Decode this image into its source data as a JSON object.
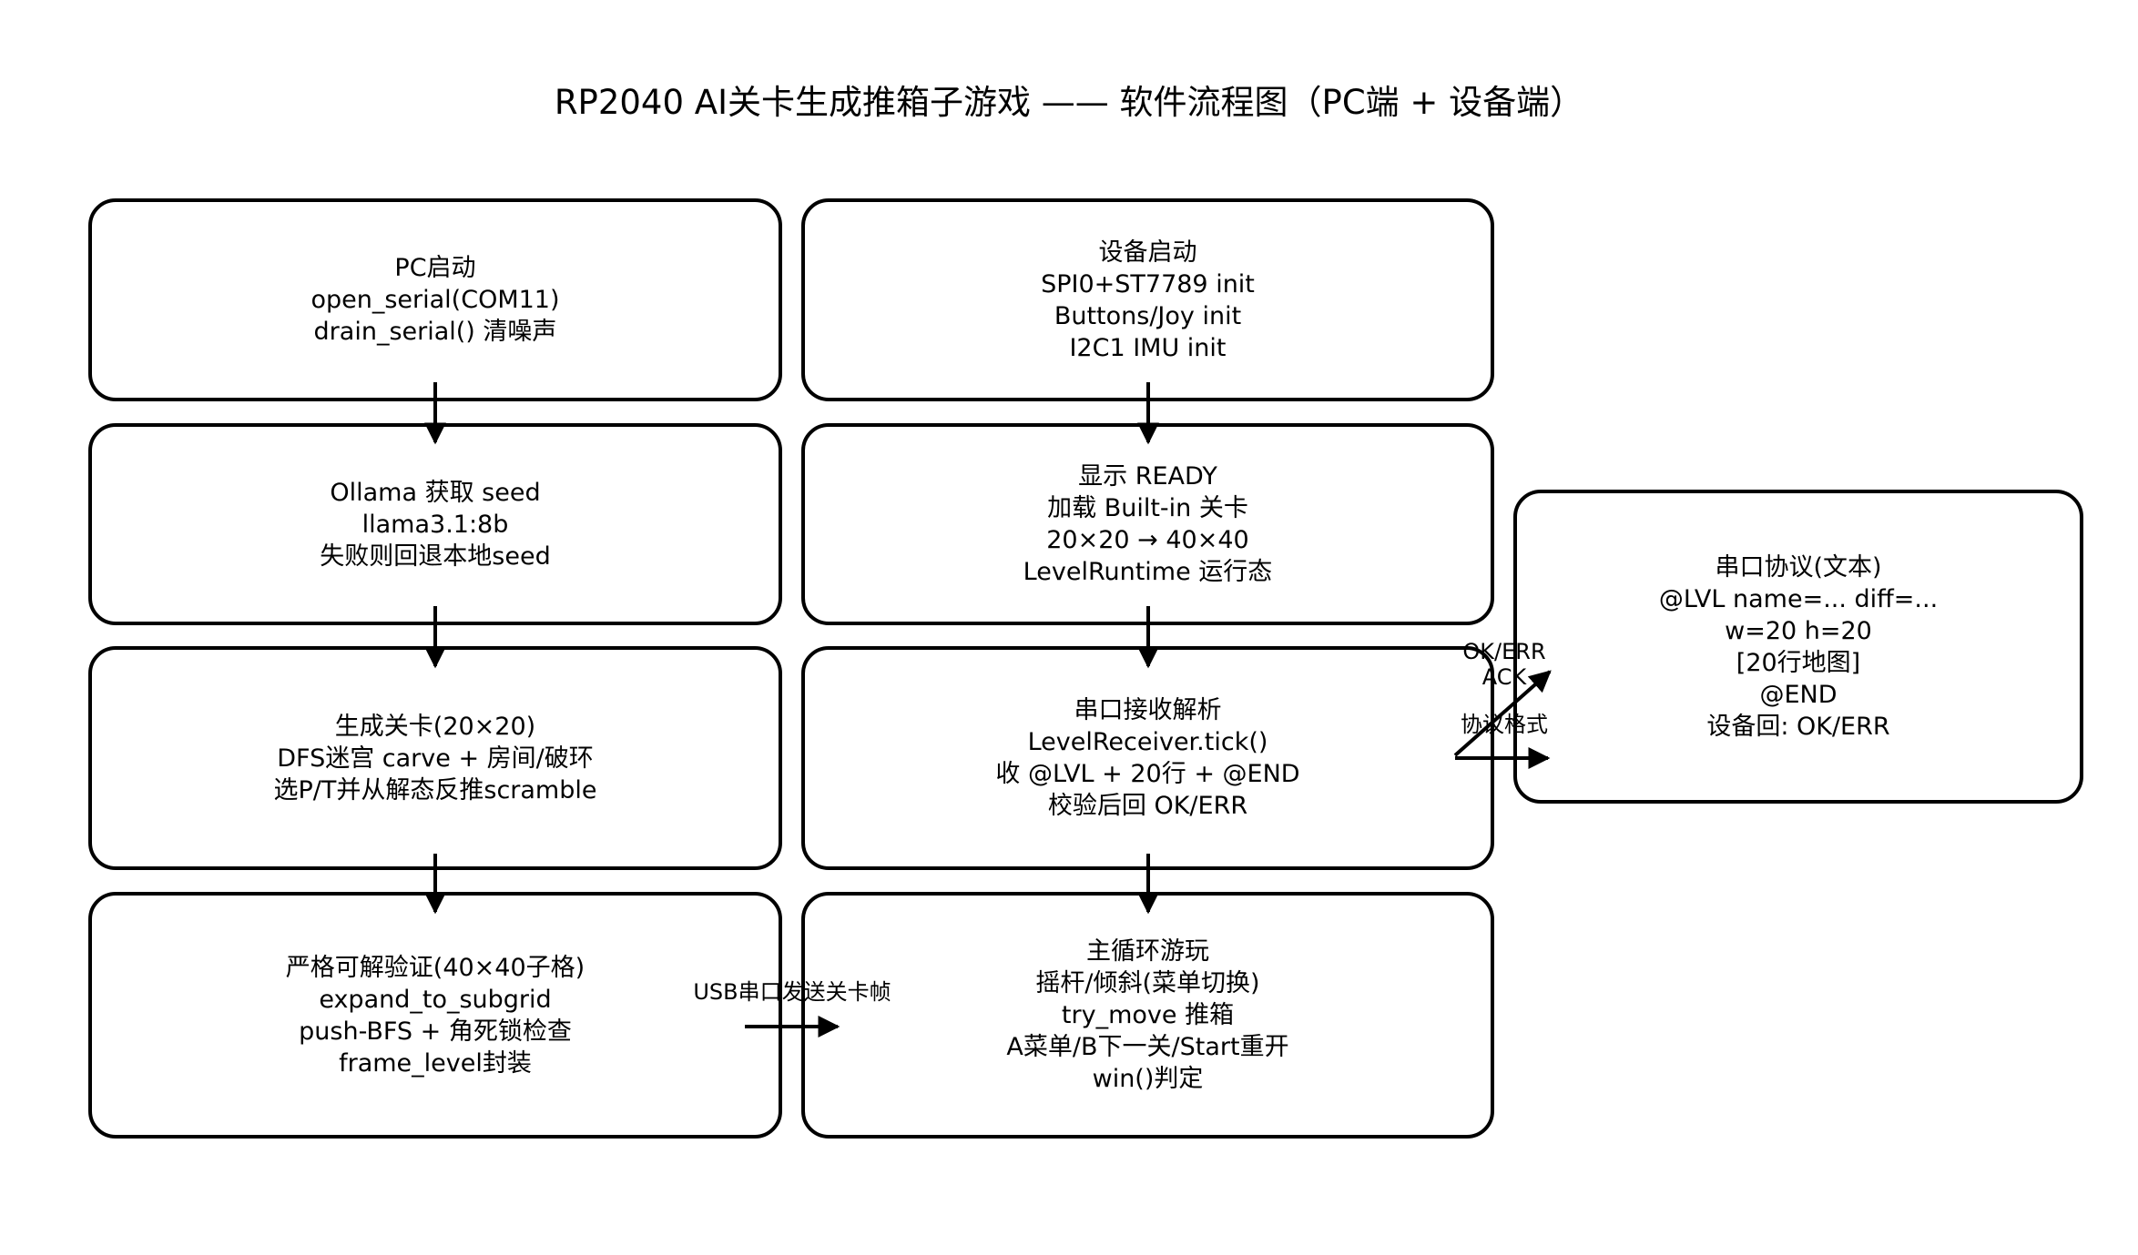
{
  "title": "RP2040 AI关卡生成推箱子游戏 —— 软件流程图（PC端 + 设备端）",
  "pc": {
    "boxes": [
      {
        "id": "pc-start",
        "lines": [
          "PC启动",
          "open_serial(COM11)",
          "drain_serial() 清噪声"
        ]
      },
      {
        "id": "ollama-seed",
        "lines": [
          "Ollama 获取 seed",
          "llama3.1:8b",
          "失败则回退本地seed"
        ]
      },
      {
        "id": "generate-level",
        "lines": [
          "生成关卡(20×20)",
          "DFS迷宫 carve + 房间/破环",
          "选P/T并从解态反推scramble"
        ]
      },
      {
        "id": "verify-level",
        "lines": [
          "严格可解验证(40×40子格)",
          "expand_to_subgrid",
          "push-BFS + 角死锁检查",
          "frame_level封装"
        ]
      }
    ]
  },
  "device": {
    "boxes": [
      {
        "id": "device-start",
        "lines": [
          "设备启动",
          "SPI0+ST7789 init",
          "Buttons/Joy init",
          "I2C1 IMU init"
        ]
      },
      {
        "id": "show-ready",
        "lines": [
          "显示 READY",
          "加载 Built-in 关卡",
          "20×20 → 40×40",
          "LevelRuntime 运行态"
        ]
      },
      {
        "id": "serial-parse",
        "lines": [
          "串口接收解析",
          "LevelReceiver.tick()",
          "收 @LVL + 20行 + @END",
          "校验后回 OK/ERR"
        ]
      },
      {
        "id": "main-loop",
        "lines": [
          "主循环游玩",
          "摇杆/倾斜(菜单切换)",
          "try_move 推箱",
          "A菜单/B下一关/Start重开",
          "win()判定"
        ]
      }
    ]
  },
  "protocol": {
    "lines": [
      "串口协议(文本)",
      "@LVL name=... diff=...",
      "w=20 h=20",
      "[20行地图]",
      "@END",
      "设备回: OK/ERR"
    ]
  },
  "edges": {
    "usb_label": "USB串口发送关卡帧",
    "ack_label_1": "OK/ERR",
    "ack_label_2": "ACK",
    "format_label": "协议格式"
  },
  "colors": {
    "stroke": "#000000",
    "background": "#ffffff"
  }
}
